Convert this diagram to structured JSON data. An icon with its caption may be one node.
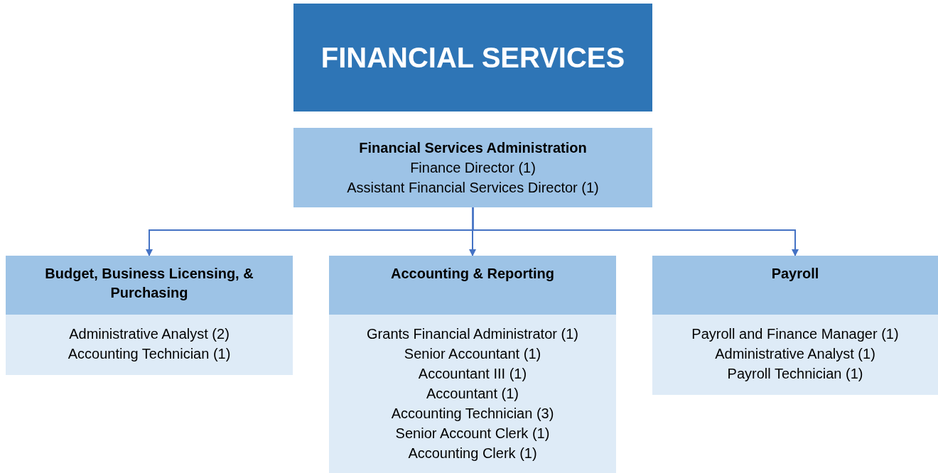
{
  "diagram": {
    "nodes": [
      {
        "text": [
          "FINANCIAL SERVICES"
        ]
      },
      {
        "text": [
          "Financial Services Administration",
          "Finance Director (1)",
          "Assistant Financial Services Director (1)"
        ]
      },
      {
        "text": [
          "Budget, Business Licensing, & Purchasing"
        ]
      },
      {
        "text": [
          "Administrative Analyst (2)",
          "Accounting Technician (1)"
        ]
      },
      {
        "text": [
          "Accounting & Reporting"
        ]
      },
      {
        "text": [
          "Grants Financial Administrator (1)",
          "Senior Accountant (1)",
          "Accountant III (1)",
          "Accountant (1)",
          "Accounting Technician (3)",
          "Senior Account Clerk (1)",
          "Accounting Clerk (1)"
        ]
      },
      {
        "text": [
          "Payroll"
        ]
      },
      {
        "text": [
          "Payroll and Finance Manager (1)",
          "Administrative Analyst (1)",
          "Payroll Technician (1)"
        ]
      }
    ],
    "edges": [
      {
        "from": 1,
        "to": 2,
        "arrow": "to"
      },
      {
        "from": 1,
        "to": 4,
        "arrow": "to"
      },
      {
        "from": 1,
        "to": 6,
        "arrow": "to"
      }
    ]
  }
}
